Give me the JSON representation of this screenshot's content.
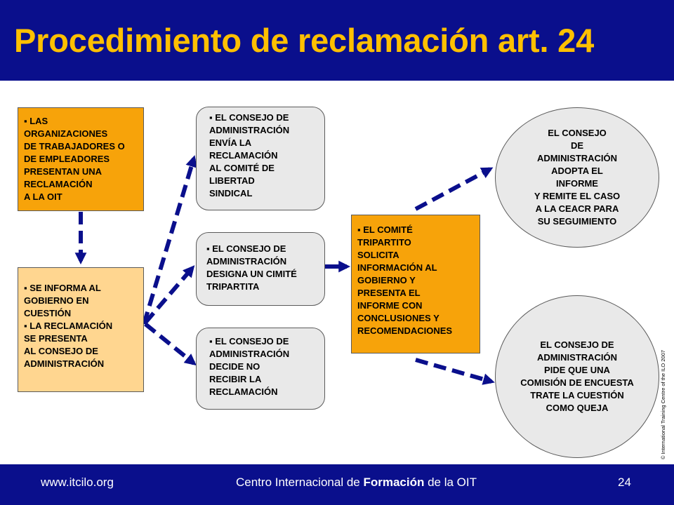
{
  "title": "Procedimiento de reclamación art. 24",
  "footer": {
    "url": "www.itcilo.org",
    "org_pre": "Centro Internacional de ",
    "org_bold": "Formación",
    "org_post": " de la OIT",
    "page": "24"
  },
  "side_note": "© International Training Centre of the ILO 2007",
  "boxes": {
    "organizations": {
      "lines": [
        "▪ LAS",
        "ORGANIZACIONES",
        "DE TRABAJADORES O",
        "DE EMPLEADORES",
        "PRESENTAN UNA",
        "RECLAMACIÓN",
        "A LA OIT"
      ]
    },
    "inform": {
      "lines": [
        "▪ SE INFORMA AL",
        "GOBIERNO EN",
        "CUESTIÓN",
        "▪ LA RECLAMACIÓN",
        "SE PRESENTA",
        "AL CONSEJO DE",
        "ADMINISTRACIÓN"
      ]
    },
    "send": {
      "lines": [
        "▪ EL CONSEJO DE",
        "ADMINISTRACIÓN",
        "ENVÍA LA",
        "RECLAMACIÓN",
        "AL COMITÉ DE",
        "LIBERTAD",
        "SINDICAL"
      ]
    },
    "designate": {
      "lines": [
        "▪ EL CONSEJO DE",
        "ADMINISTRACIÓN",
        "DESIGNA UN CIMITÉ",
        "TRIPARTITA"
      ]
    },
    "decide": {
      "lines": [
        "▪ EL CONSEJO DE",
        "ADMINISTRACIÓN",
        "DECIDE NO",
        "RECIBIR LA",
        "RECLAMACIÓN"
      ]
    },
    "committee": {
      "lines": [
        "▪ EL COMITÉ",
        "TRIPARTITO",
        "SOLICITA",
        "INFORMACIÓN AL",
        "GOBIERNO Y",
        "PRESENTA EL",
        "INFORME CON",
        "CONCLUSIONES Y",
        "RECOMENDACIONES"
      ]
    },
    "adopt": {
      "lines": [
        "EL CONSEJO",
        "DE",
        "ADMINISTRACIÓN",
        "ADOPTA EL",
        "INFORME",
        "Y REMITE EL CASO",
        "A LA CEACR PARA",
        "SU SEGUIMIENTO"
      ]
    },
    "inquiry": {
      "lines": [
        "EL CONSEJO DE",
        "ADMINISTRACIÓN",
        "PIDE QUE UNA",
        "COMISIÓN DE  ENCUESTA",
        "TRATE LA CUESTIÓN",
        "COMO QUEJA"
      ]
    }
  },
  "colors": {
    "header": "#0a0f8c",
    "title": "#ffc000",
    "orange": "#f7a30a",
    "light_orange": "#ffd690",
    "gray": "#e9e9e9",
    "arrow": "#0a0f8c"
  }
}
